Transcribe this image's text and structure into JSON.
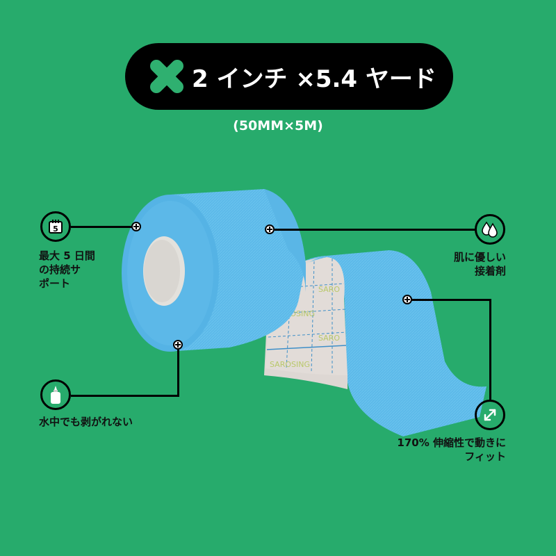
{
  "header": {
    "title": "2 インチ ×5.4 ヤード",
    "subtitle": "(50MM×5M)",
    "icon": "green-cross-icon"
  },
  "features": [
    {
      "id": "duration",
      "icon": "calendar-5-icon",
      "icon_label": "5",
      "lines": [
        "最大 5 日間",
        "の持続サ",
        "ポート"
      ]
    },
    {
      "id": "skin",
      "icon": "water-drops-icon",
      "lines": [
        "肌に優しい",
        "接着剤"
      ]
    },
    {
      "id": "waterproof",
      "icon": "glue-bottle-icon",
      "lines": [
        "水中でも剥がれない"
      ]
    },
    {
      "id": "stretch",
      "icon": "expand-arrows-icon",
      "lines": [
        "170% 伸縮性で動きに",
        "フィット"
      ]
    }
  ],
  "product": {
    "backing_brand": "SAROSING",
    "tape_color": "#5ab8e8"
  },
  "colors": {
    "background": "#27ab6c",
    "pill": "#000000",
    "accent": "#2fb070",
    "text_dark": "#111111",
    "text_light": "#ffffff"
  }
}
